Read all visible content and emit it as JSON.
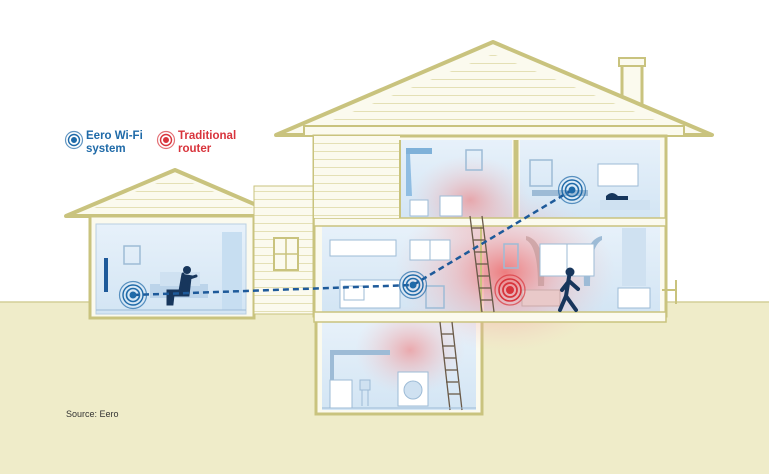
{
  "legend": {
    "eero": {
      "label": "Eero Wi-Fi\nsystem",
      "color": "#1f6aa8",
      "icon": "wifi-signal-icon"
    },
    "traditional": {
      "label": "Traditional\nrouter",
      "color": "#d8343c",
      "icon": "router-signal-icon"
    }
  },
  "source": "Source: Eero",
  "colors": {
    "ground": "#efecc9",
    "house_fill": "#fbfaee",
    "house_line": "#c9c37e",
    "room_blue": "#dcebf7",
    "signal_red": "#e44a4a",
    "signal_blue": "#1f6aa8",
    "path_blue": "#1e5a9a"
  }
}
